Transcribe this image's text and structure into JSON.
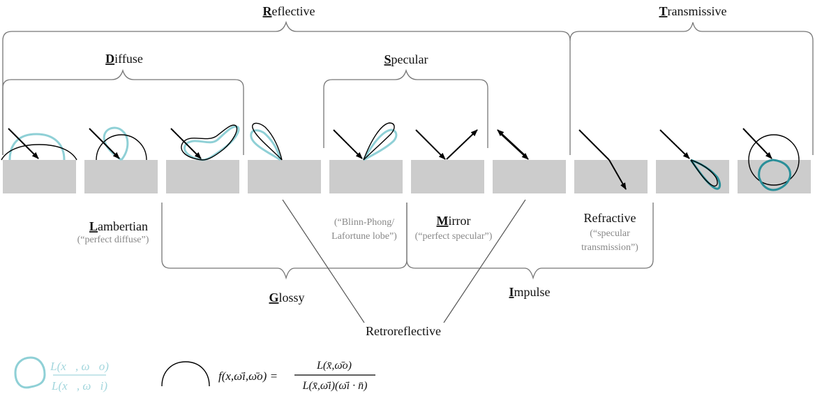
{
  "categories": {
    "reflective": {
      "initial": "R",
      "rest": "eflective"
    },
    "transmissive": {
      "initial": "T",
      "rest": "ransmissive"
    },
    "diffuse": {
      "initial": "D",
      "rest": "iffuse"
    },
    "specular": {
      "initial": "S",
      "rest": "pecular"
    },
    "glossy": {
      "initial": "G",
      "rest": "lossy"
    },
    "impulse": {
      "initial": "I",
      "rest": "mpulse"
    },
    "retroreflective": "Retroreflective"
  },
  "labels": {
    "lambertian": {
      "initial": "L",
      "rest": "ambertian",
      "sub": "(“perfect diffuse”)"
    },
    "blinn_phong": {
      "line1": "(“Blinn-Phong/",
      "line2": "Lafortune lobe”)"
    },
    "mirror": {
      "initial": "M",
      "rest": "irror",
      "sub": "(“perfect specular”)"
    },
    "refractive": {
      "title": "Refractive",
      "line1": "(“specular",
      "line2": "transmission”)"
    }
  },
  "legend": {
    "cyan_formula_num": "L(x⃗, ω⃗o)",
    "cyan_formula_den": "L(x⃗, ω⃗i)",
    "black_formula_lhs": "f(x,ω̄i,ω̄o) =",
    "black_formula_num": "L(x̄,ω̄o)",
    "black_formula_den": "L(x̄,ω̄i)(ω̄i · n̄)"
  },
  "colors": {
    "surface": "#cccccc",
    "cyan_lobe": "#8fd0d6",
    "teal_lobe": "#2a8f99",
    "brace": "#777777"
  }
}
